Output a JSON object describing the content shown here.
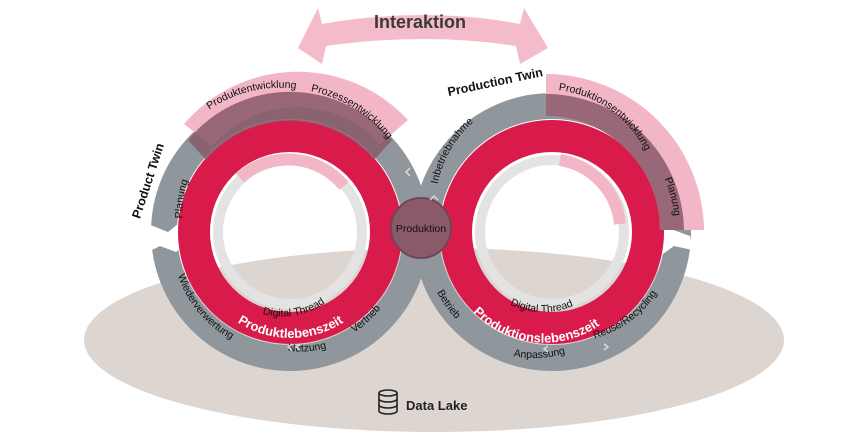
{
  "interaction": {
    "label": "Interaktion"
  },
  "product_twin": {
    "title": "Product Twin",
    "phases": {
      "planung": "Planung",
      "produktentwicklung": "Produktentwicklung",
      "prozessentwicklung": "Prozessentwicklung",
      "vertrieb": "Vertrieb",
      "nutzung": "Nutzung",
      "wiederverwertung": "Wiederverwertung"
    },
    "digital_thread": "Digital Thread",
    "lifecycle": "Produktlebenszeit"
  },
  "production_twin": {
    "title": "Production Twin",
    "phases": {
      "inbetriebnahme": "Inbetriebnahme",
      "produktionsentwicklung": "Produktionsentwicklung",
      "planung": "Planung",
      "betrieb": "Betrieb",
      "anpassung": "Anpassung",
      "reuse": "Reuse/Recycling"
    },
    "digital_thread": "Digital Thread",
    "lifecycle": "Produktionslebenszeit"
  },
  "center": {
    "label": "Produktion"
  },
  "data_lake": {
    "label": "Data Lake",
    "icon": "database-icon"
  },
  "colors": {
    "gray_ring": "#8f969c",
    "red_ring": "#d81b4a",
    "pink": "#f2b6c6",
    "dark_mauve": "#8a5a6a",
    "thread_ring": "#e3e3e3",
    "ellipse": "#ddd5d0",
    "arrow": "#f4bccb"
  }
}
